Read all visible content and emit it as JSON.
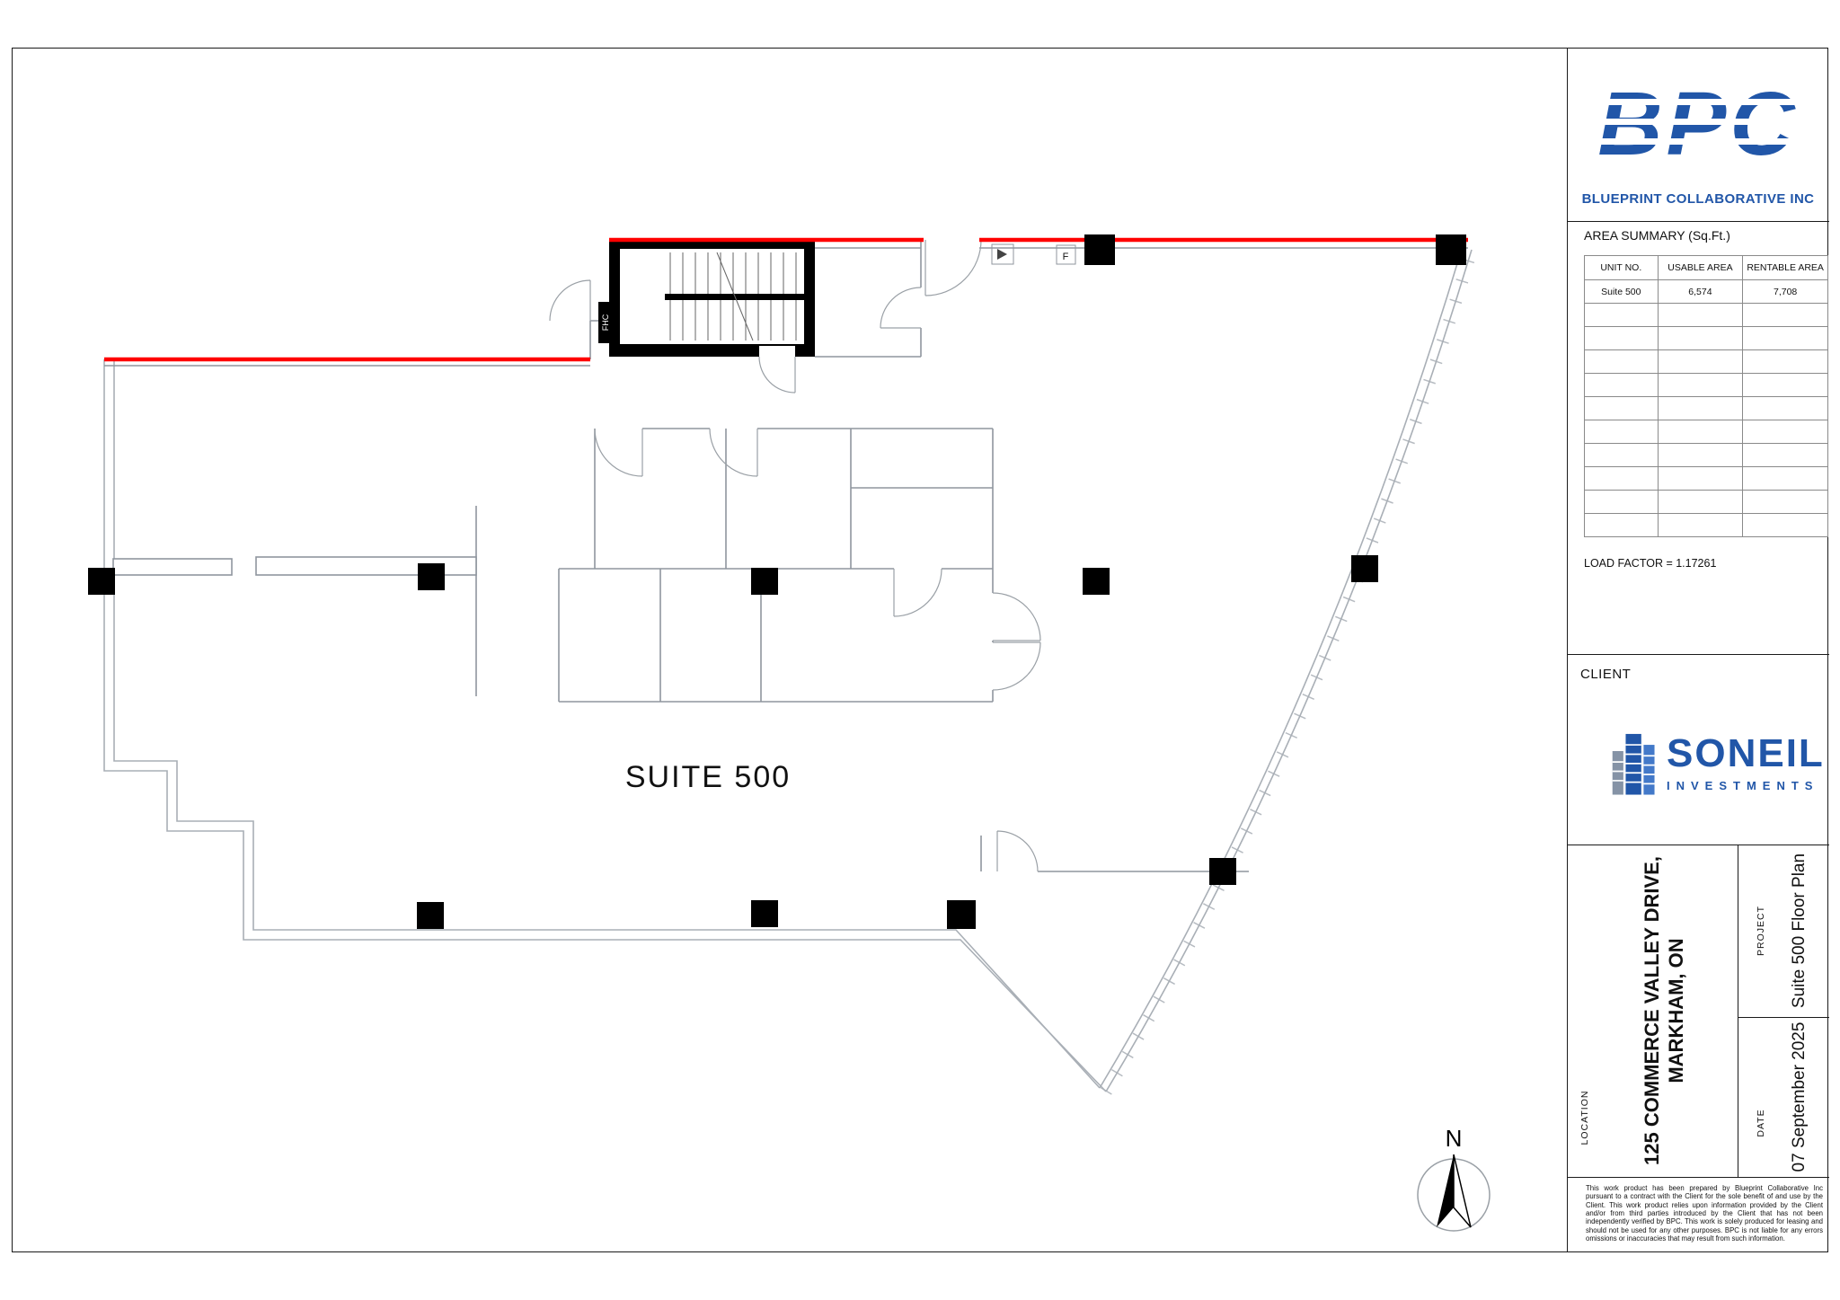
{
  "header": {
    "brand_name": "BPC",
    "brand_subtitle": "BLUEPRINT COLLABORATIVE INC"
  },
  "area_summary": {
    "title": "AREA SUMMARY (Sq.Ft.)",
    "columns": [
      "UNIT NO.",
      "USABLE AREA",
      "RENTABLE AREA"
    ],
    "rows": [
      [
        "Suite 500",
        "6,574",
        "7,708"
      ]
    ],
    "load_factor": "LOAD FACTOR = 1.17261"
  },
  "client": {
    "label": "CLIENT",
    "name": "SONEIL",
    "subtitle": "INVESTMENTS"
  },
  "title_block": {
    "location_label": "LOCATION",
    "location_line1": "125 COMMERCE VALLEY DRIVE,",
    "location_line2": "MARKHAM, ON",
    "project_label": "PROJECT",
    "project_value": "Suite 500 Floor Plan",
    "date_label": "DATE",
    "date_value": "07 September 2025"
  },
  "disclaimer": {
    "text": "This work product has been prepared by Blueprint Collaborative Inc pursuant to a contract with the Client for the sole benefit of and use by the Client. This work product relies upon information provided by the Client and/or from third parties introduced by the Client that has not been independently verified by BPC. This work is solely produced for leasing and should not be used for any other purposes. BPC is not liable for any errors omissions or inaccuracies that may result from such information."
  },
  "plan": {
    "suite_label": "SUITE 500",
    "north_label": "N",
    "f_label": "F",
    "fhc_label": "FHC"
  },
  "colors": {
    "demising_red": "#ff0000",
    "brand_blue": "#2156a8",
    "wall_gray": "#a9afb6"
  }
}
